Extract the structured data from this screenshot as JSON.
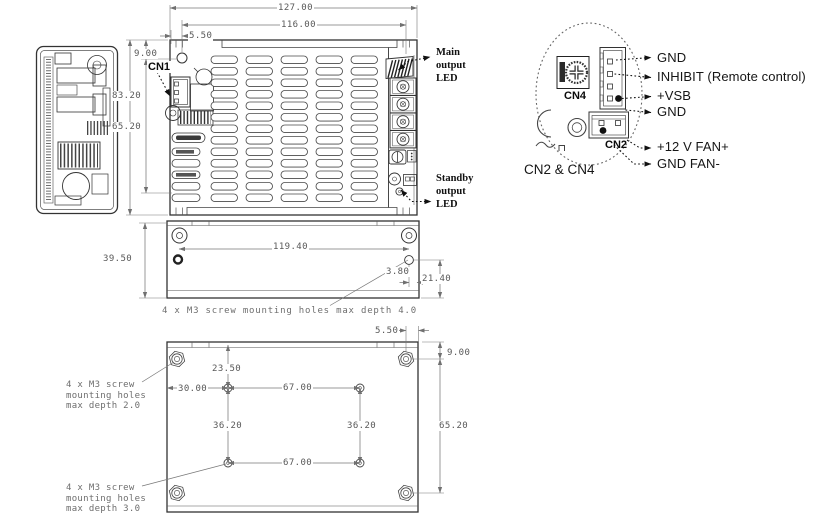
{
  "drawing": {
    "top_view": {
      "dim_overall_width": "127.00",
      "dim_inner_width": "116.00",
      "dim_hole_offset_x": "5.50",
      "dim_hole_offset_y": "9.00",
      "dim_overall_height": "83.20",
      "dim_led_span": "65.20",
      "connector_label": "CN1",
      "main_led_label": [
        "Main",
        "output",
        "LED"
      ],
      "standby_led_label": [
        "Standby",
        "output",
        "LED"
      ]
    },
    "front_view": {
      "dim_height": "39.50",
      "dim_side_hole_span": "119.40",
      "dim_side_hole_offset": "3.80",
      "dim_side_hole_height": "21.40",
      "note_side_holes": "4 x M3 screw mounting holes max depth 4.0"
    },
    "bottom_view": {
      "dim_corner_hole_offset_x": "5.50",
      "dim_corner_hole_offset_y": "9.00",
      "dim_inner_hole_top": "23.50",
      "dim_inner_hole_left": "30.00",
      "dim_inner_span_top": "67.00",
      "dim_inner_span_bottom": "67.00",
      "dim_inner_span_left": "36.20",
      "dim_inner_span_right": "36.20",
      "dim_corner_hole_span": "65.20",
      "note_corner_holes": [
        "4 x M3 screw",
        "mounting holes",
        "max depth 2.0"
      ],
      "note_inner_holes": [
        "4 x M3 screw",
        "mounting holes",
        "max depth 3.0"
      ]
    },
    "detail_view": {
      "caption": "CN2 & CN4",
      "cn4_label": "CN4",
      "cn2_label": "CN2",
      "pin_labels": [
        "GND",
        "INHIBIT (Remote control)",
        "+VSB",
        "GND",
        "+12 V FAN+",
        "GND FAN-"
      ]
    }
  }
}
